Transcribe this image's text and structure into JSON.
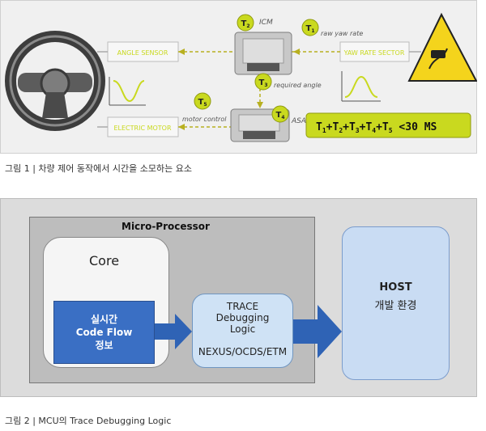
{
  "figure1": {
    "boxes": {
      "angle_sensor": "ANGLE SENSOR",
      "yaw_rate_sector": "YAW RATE SECTOR",
      "electric_motor": "ELECTRIC MOTOR"
    },
    "labels": {
      "icm": "ICM",
      "asa": "ASA",
      "raw_yaw_rate": "raw yaw rate",
      "required_angle": "required angle",
      "motor_control": "motor control"
    },
    "badges": [
      "T1",
      "T2",
      "T3",
      "T4",
      "T5"
    ],
    "formula": "T1+T2+T3+T4+T5 <30 MS",
    "formula_parts": [
      "T",
      "1",
      "+T",
      "2",
      "+T",
      "3",
      "+T",
      "4",
      "+T",
      "5",
      " <30 MS"
    ],
    "caption": "그림 1 | 차량 제어 동작에서 시간을 소모하는 요소",
    "colors": {
      "accent": "#c9d91f",
      "box_border": "#999999",
      "bg": "#f0f0f0"
    }
  },
  "figure2": {
    "micro_processor": "Micro-Processor",
    "core": "Core",
    "realtime_lines": [
      "실시간",
      "Code Flow",
      "정보"
    ],
    "trace_lines": [
      "TRACE",
      "Debugging",
      "Logic"
    ],
    "nexus": "NEXUS/OCDS/ETM",
    "host_title": "HOST",
    "host_sub": "개발 환경",
    "caption": "그림 2 | MCU의 Trace Debugging Logic",
    "colors": {
      "blue": "#3a6fc4",
      "light_blue": "#cfe2f5",
      "arrow": "#2f63b5"
    }
  }
}
